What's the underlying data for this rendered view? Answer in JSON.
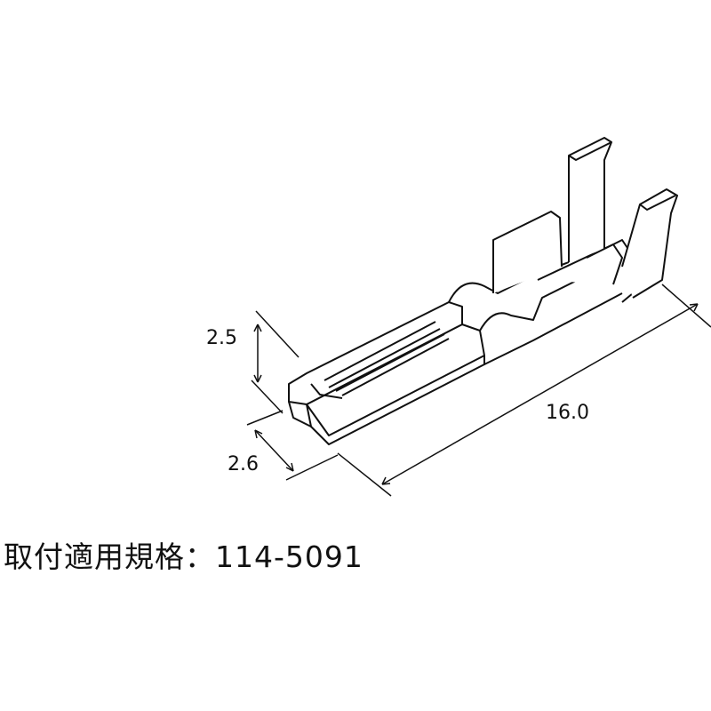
{
  "dimensions": {
    "height": "2.5",
    "width": "2.6",
    "length": "16.0"
  },
  "spec": {
    "label": "取付適用規格",
    "separator": "：",
    "value": "114-5091"
  }
}
